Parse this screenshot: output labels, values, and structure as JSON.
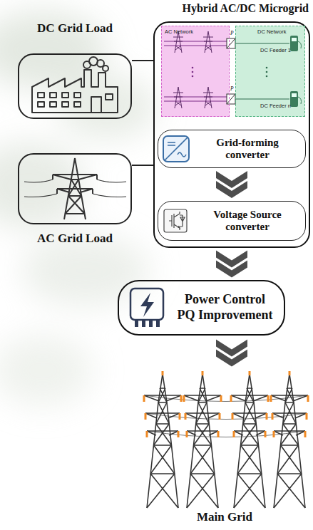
{
  "diagram": {
    "nodes": [
      {
        "text": [
          "Hybrid AC/DC Microgrid"
        ]
      },
      {
        "text": [
          "AC Network"
        ],
        "in": 0
      },
      {
        "text": [
          "DC Network",
          "DC Feeder 1",
          "DC Feeder n"
        ],
        "in": 0
      },
      {
        "text": [
          "Grid-forming converter"
        ],
        "in": 0
      },
      {
        "text": [
          "Voltage Source converter"
        ],
        "in": 0
      },
      {
        "text": [
          "DC Grid Load"
        ]
      },
      {
        "text": [
          "AC Grid Load"
        ]
      },
      {
        "text": [
          "Power Control PQ Improvement"
        ]
      },
      {
        "text": [
          "Main Grid"
        ]
      }
    ],
    "edges": [
      {
        "from": 5,
        "to": 0,
        "arrow": "none"
      },
      {
        "from": 6,
        "to": 0,
        "arrow": "none"
      },
      {
        "from": 3,
        "to": 4,
        "arrow": "to"
      },
      {
        "from": 0,
        "to": 7,
        "arrow": "to"
      },
      {
        "from": 7,
        "to": 8,
        "arrow": "to"
      }
    ],
    "labels": [
      "P",
      "P"
    ]
  }
}
